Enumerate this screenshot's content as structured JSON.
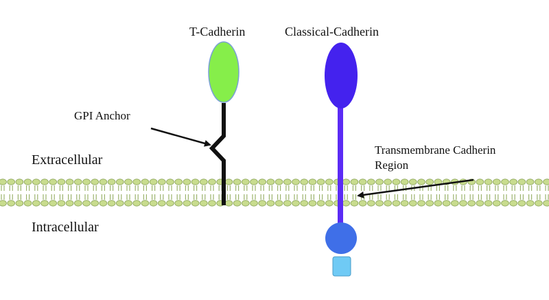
{
  "labels": {
    "t_cadherin": "T-Cadherin",
    "classical_cadherin": "Classical-Cadherin",
    "gpi_anchor": "GPI Anchor",
    "extracellular": "Extracellular",
    "intracellular": "Intracellular",
    "transmembrane_line1": "Transmembrane Cadherin",
    "transmembrane_line2": "Region"
  },
  "colors": {
    "t_cadherin_head": "#86ee4a",
    "t_cadherin_outline": "#7a9fd6",
    "gpi_anchor_stalk": "#111111",
    "classical_cadherin_head": "#4422ee",
    "classical_cadherin_stalk": "#5b2bf5",
    "cytoplasmic_domain": "#3f6fe8",
    "cytoplasmic_tail": "#6fcaf5",
    "lipid_head": "#c8dc8e",
    "lipid_head_stroke": "#8aa35a",
    "lipid_tail": "#9bb36c"
  }
}
